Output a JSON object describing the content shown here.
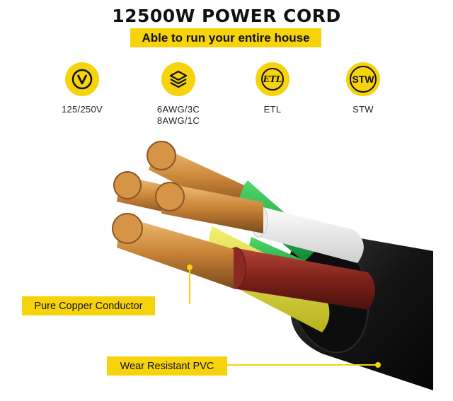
{
  "header": {
    "title": "12500W POWER CORD",
    "subtitle": "Able to run your entire house"
  },
  "features": [
    {
      "icon": "voltage-icon",
      "label": "125/250V"
    },
    {
      "icon": "wire-gauge-layers-icon",
      "label": "6AWG/3C\n8AWG/1C"
    },
    {
      "icon": "etl-listed-icon",
      "label": "ETL",
      "badge_text": "ETL"
    },
    {
      "icon": "stw-icon",
      "label": "STW",
      "badge_text": "STW"
    }
  ],
  "callouts": {
    "conductor": "Pure Copper Conductor",
    "jacket": "Wear Resistant PVC"
  },
  "colors": {
    "accent_yellow": "#f6d30a",
    "copper": "#c9853a",
    "jacket_black": "#1a1a1a",
    "wire_red": "#8b2a22",
    "wire_yellow": "#e8e23a",
    "wire_green": "#22b14c",
    "wire_white": "#f2f2f2"
  }
}
